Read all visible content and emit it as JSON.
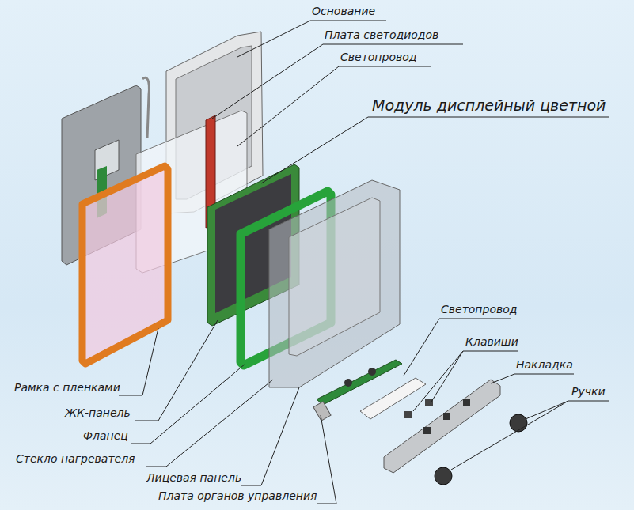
{
  "diagram": {
    "labels": [
      "Основание",
      "Плата светодиодов",
      "Светопровод",
      "Модуль дисплейный цветной",
      "Светопровод",
      "Клавиши",
      "Накладка",
      "Ручки",
      "Рамка с пленками",
      "ЖК-панель",
      "Фланец",
      "Стекло нагревателя",
      "Лицевая панель",
      "Плата органов управления"
    ]
  }
}
